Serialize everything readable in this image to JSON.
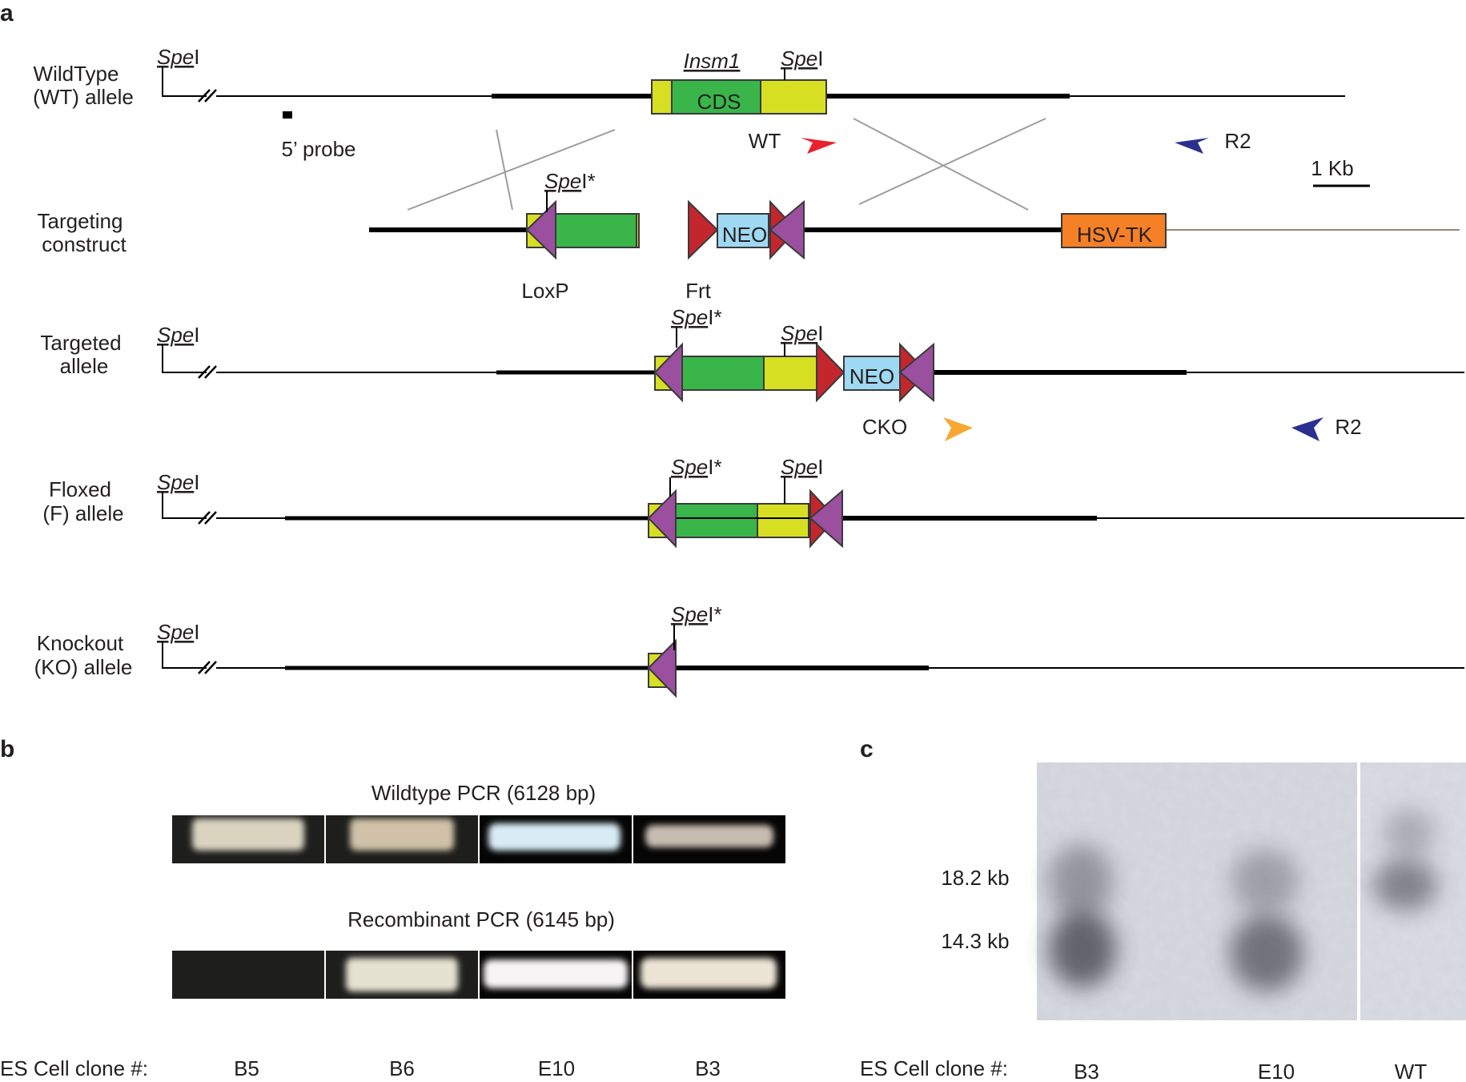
{
  "panels": {
    "a": "a",
    "b": "b",
    "c": "c"
  },
  "colors": {
    "utr": "#d7df23",
    "cds": "#39b54a",
    "neo": "#9fd8f2",
    "loxp": "#9b4f9f",
    "frt": "#c4262e",
    "hsvtk": "#f58025",
    "wt_primer": "#e8212b",
    "r2_primer": "#2b2f8f",
    "cko_primer": "#f7a833"
  },
  "rows": {
    "wt": {
      "label1": "WildType",
      "label2": "(WT) allele"
    },
    "construct": {
      "label1": "Targeting",
      "label2": "construct"
    },
    "targeted": {
      "label1": "Targeted",
      "label2": "allele"
    },
    "floxed": {
      "label1": "Floxed",
      "label2": "(F) allele"
    },
    "ko": {
      "label1": "Knockout",
      "label2": "(KO) allele"
    }
  },
  "site": {
    "spe_italic": "Spe",
    "spe_roman": "I",
    "star": "*"
  },
  "elements": {
    "gene": "Insm1",
    "cds": "CDS",
    "probe": "5’ probe",
    "wt_primer": "WT",
    "r2_primer": "R2",
    "cko_primer": "CKO",
    "scale": "1 Kb",
    "neo": "NEO",
    "hsvtk": "HSV-TK",
    "loxp": "LoxP",
    "frt": "Frt"
  },
  "panel_b": {
    "wt_title": "Wildtype PCR (6128 bp)",
    "rec_title": "Recombinant PCR (6145 bp)",
    "clone_label": "ES Cell clone #:",
    "lanes": [
      "B5",
      "B6",
      "E10",
      "B3"
    ]
  },
  "panel_c": {
    "markers": [
      "18.2 kb",
      "14.3 kb"
    ],
    "clone_label": "ES Cell clone #:",
    "lanes": [
      "B3",
      "E10",
      "WT"
    ]
  }
}
